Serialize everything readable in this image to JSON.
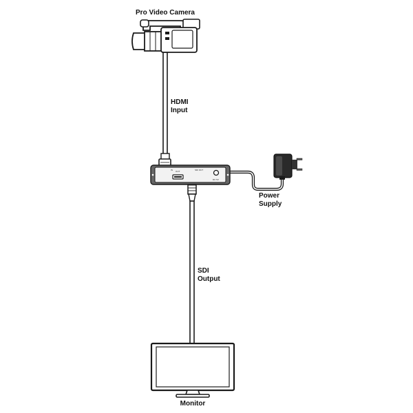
{
  "labels": {
    "camera": "Pro Video Camera",
    "hdmi_line1": "HDMI",
    "hdmi_line2": "Input",
    "power_line1": "Power",
    "power_line2": "Supply",
    "sdi_line1": "SDI",
    "sdi_line2": "Output",
    "monitor": "Monitor"
  },
  "device_panel": {
    "port_hdmi": "IN",
    "port_out": "OUT",
    "port_sdi": "SDI OUT",
    "port_dc": "DC 5V"
  },
  "colors": {
    "cable": "#1a1a1a",
    "cable_fill": "#ffffff",
    "device_panel": "#f2f2f2",
    "device_body": "#666666",
    "ink": "#111111"
  }
}
